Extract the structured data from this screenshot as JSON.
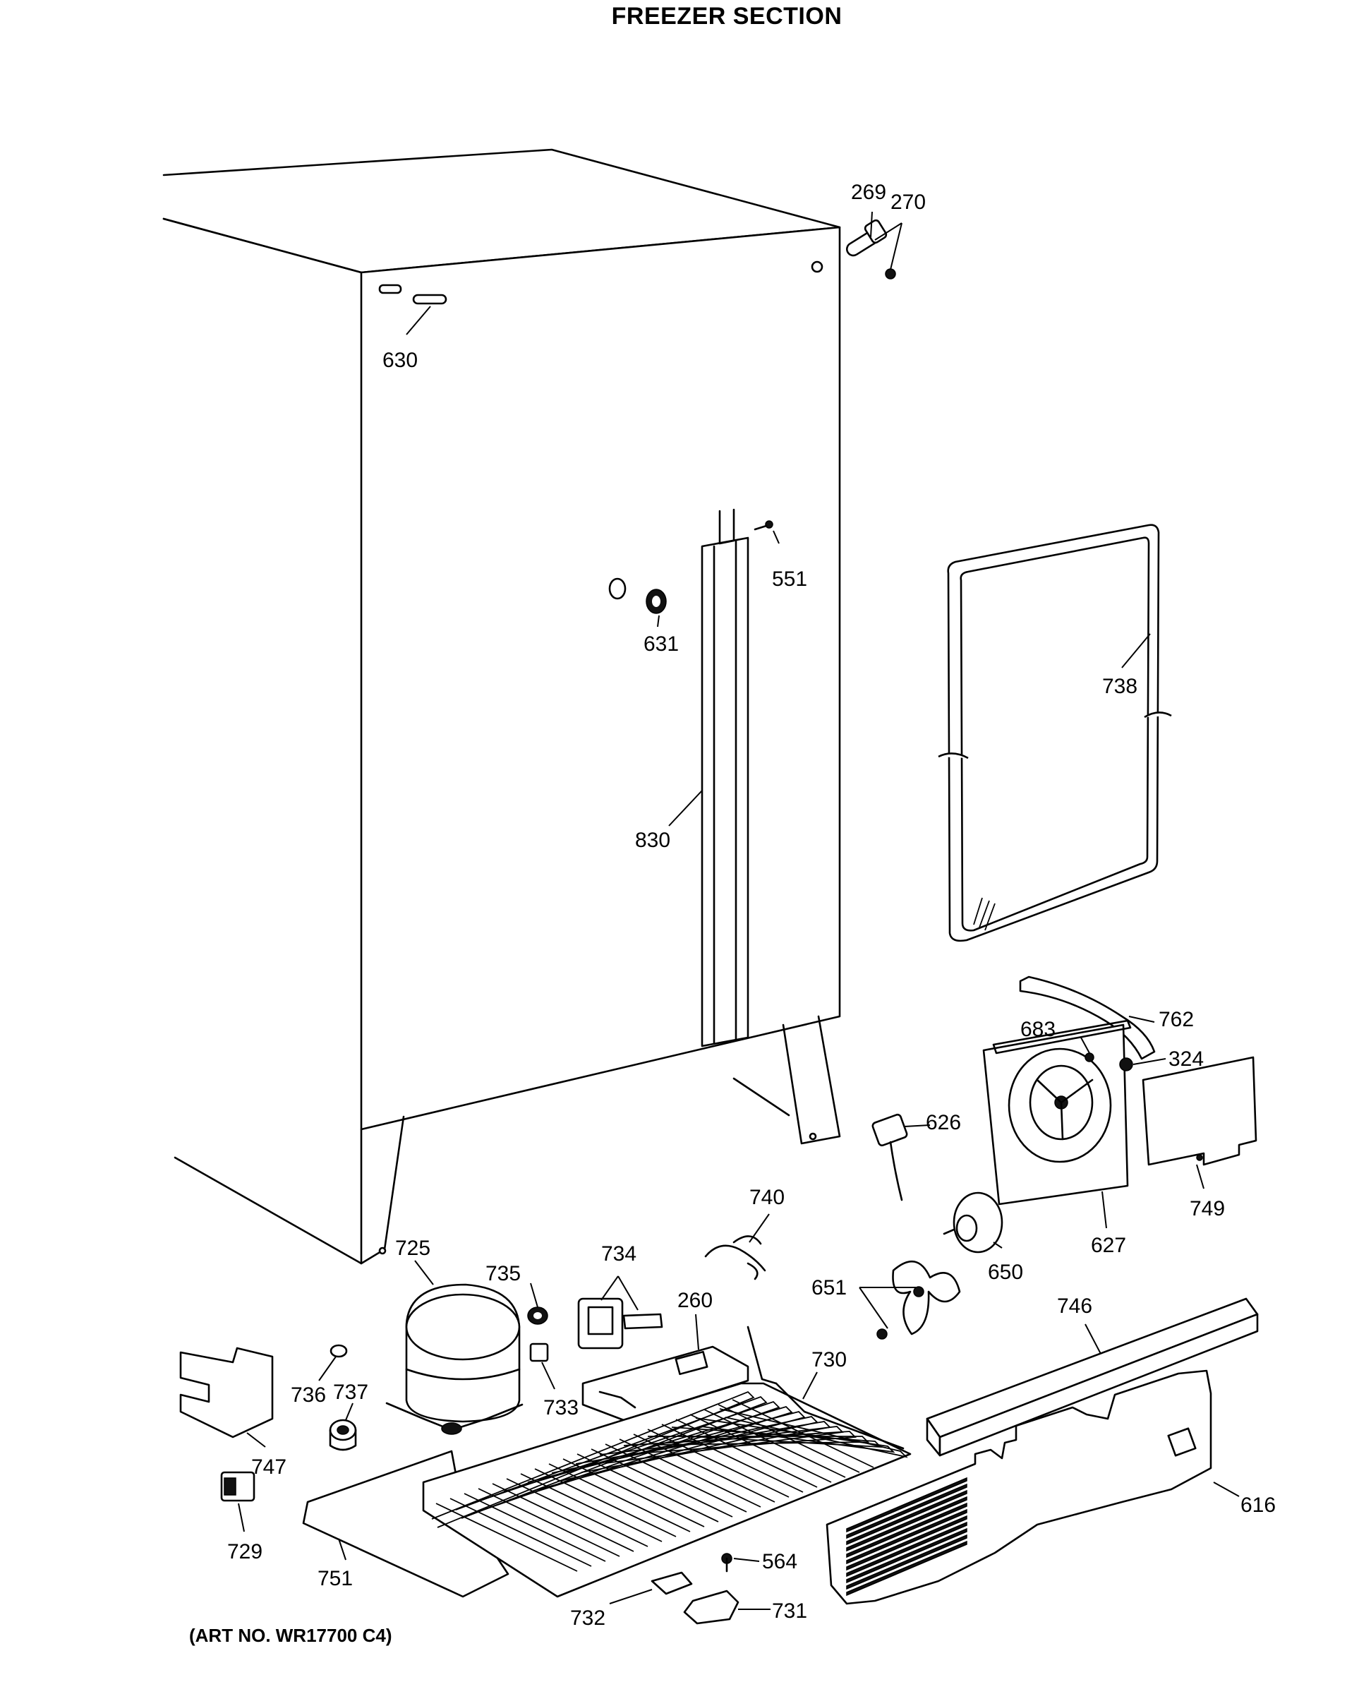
{
  "title": "FREEZER SECTION",
  "art_number": "(ART NO. WR17700 C4)",
  "parts": [
    {
      "id": "p269",
      "label": "269"
    },
    {
      "id": "p270",
      "label": "270"
    },
    {
      "id": "p630",
      "label": "630"
    },
    {
      "id": "p551",
      "label": "551"
    },
    {
      "id": "p631",
      "label": "631"
    },
    {
      "id": "p738",
      "label": "738"
    },
    {
      "id": "p830",
      "label": "830"
    },
    {
      "id": "p762",
      "label": "762"
    },
    {
      "id": "p683",
      "label": "683"
    },
    {
      "id": "p324",
      "label": "324"
    },
    {
      "id": "p626",
      "label": "626"
    },
    {
      "id": "p749",
      "label": "749"
    },
    {
      "id": "p627",
      "label": "627"
    },
    {
      "id": "p740",
      "label": "740"
    },
    {
      "id": "p650",
      "label": "650"
    },
    {
      "id": "p725",
      "label": "725"
    },
    {
      "id": "p734",
      "label": "734"
    },
    {
      "id": "p735",
      "label": "735"
    },
    {
      "id": "p651",
      "label": "651"
    },
    {
      "id": "p260",
      "label": "260"
    },
    {
      "id": "p746",
      "label": "746"
    },
    {
      "id": "p730",
      "label": "730"
    },
    {
      "id": "p736",
      "label": "736"
    },
    {
      "id": "p737",
      "label": "737"
    },
    {
      "id": "p733",
      "label": "733"
    },
    {
      "id": "p747",
      "label": "747"
    },
    {
      "id": "p616",
      "label": "616"
    },
    {
      "id": "p729",
      "label": "729"
    },
    {
      "id": "p751",
      "label": "751"
    },
    {
      "id": "p564",
      "label": "564"
    },
    {
      "id": "p732",
      "label": "732"
    },
    {
      "id": "p731",
      "label": "731"
    }
  ]
}
